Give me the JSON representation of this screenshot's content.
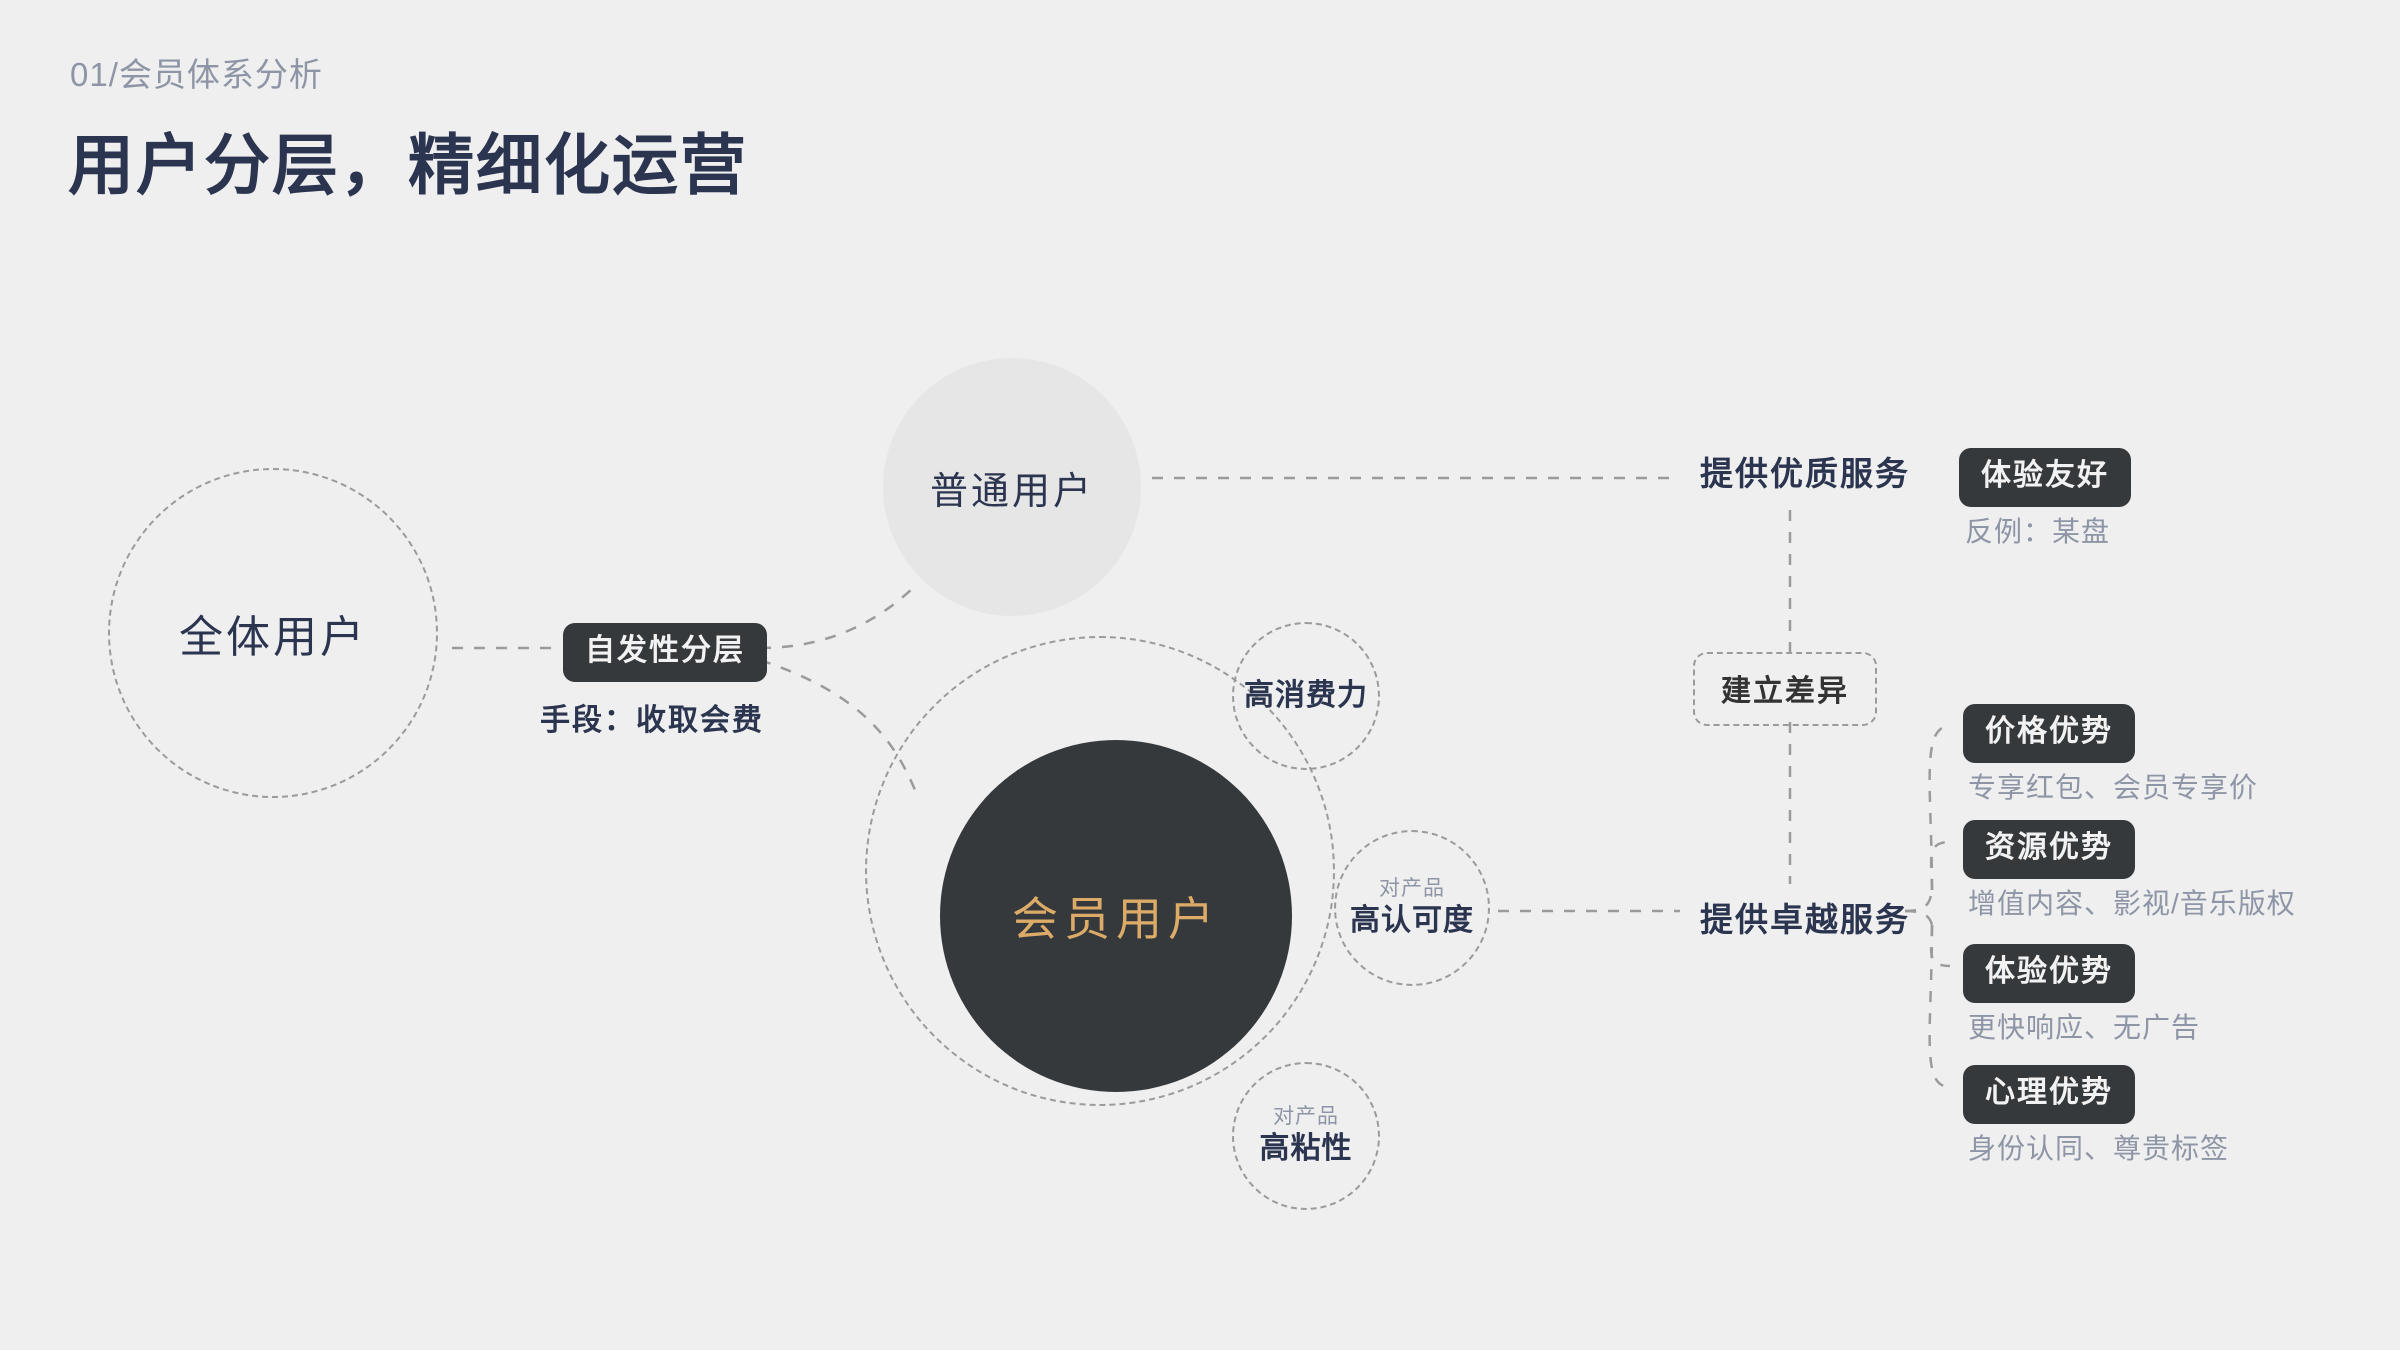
{
  "header": {
    "eyebrow": "01/会员体系分析",
    "title": "用户分层，精细化运营"
  },
  "circles": {
    "all_users": "全体用户",
    "normal_users": "普通用户",
    "member_users": "会员用户",
    "satellites": [
      {
        "sub": "",
        "main": "高消费力"
      },
      {
        "sub": "对产品",
        "main": "高认可度"
      },
      {
        "sub": "对产品",
        "main": "高粘性"
      }
    ]
  },
  "tiering": {
    "badge": "自发性分层",
    "caption": "手段：收取会费"
  },
  "branches": {
    "quality_service": {
      "node": "提供优质服务",
      "badge": "体验友好",
      "caption": "反例：某盘"
    },
    "differentiation": "建立差异",
    "excellent_service": {
      "node": "提供卓越服务",
      "items": [
        {
          "badge": "价格优势",
          "caption": "专享红包、会员专享价"
        },
        {
          "badge": "资源优势",
          "caption": "增值内容、影视/音乐版权"
        },
        {
          "badge": "体验优势",
          "caption": "更快响应、无广告"
        },
        {
          "badge": "心理优势",
          "caption": "身份认同、尊贵标签"
        }
      ]
    }
  },
  "colors": {
    "background": "#efefef",
    "navy": "#2b3550",
    "gray": "#8d95a6",
    "dark": "#36393c",
    "gold": "#ddab68",
    "dash": "#9b9b9b"
  }
}
